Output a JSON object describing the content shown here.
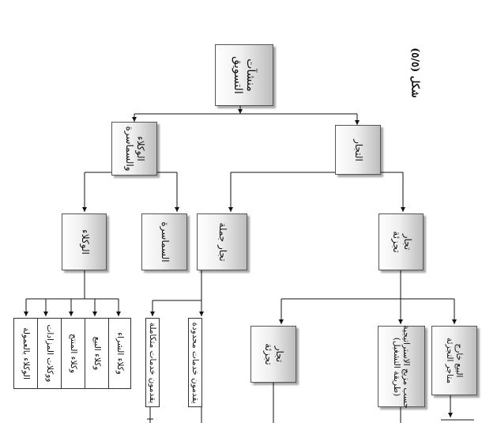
{
  "figure_caption": "شكل (٥/٥)",
  "nodes": {
    "root": "منشآت\nالتسويق",
    "merchants": "التجار",
    "agents_brokers": "الوكلاء\nوالسماسرة",
    "retailers": "تجار\nتجزئة",
    "wholesalers": "تجار جملة",
    "brokers": "السماسرة",
    "agents": "الوكلاء",
    "retail_sub": "تجار\nتجزئة",
    "by_inventory": "حسب مزيج الاستراتيجية\n(طريقة التشغيل)",
    "outside_stores": "البيع خارج\nمتاجر التجزئة",
    "full_services": "يقدمون خدمات متكاملة",
    "limited_services": "يقدمون خدمات محدودة",
    "commission_agents": "الوكلاء بالعمولة",
    "auction_agents": "ووكلات المزادات",
    "producer_agents": "وكلاء المنتج",
    "selling_agents": "وكلاء البيع",
    "buying_agents": "وكلاء الشراء"
  }
}
